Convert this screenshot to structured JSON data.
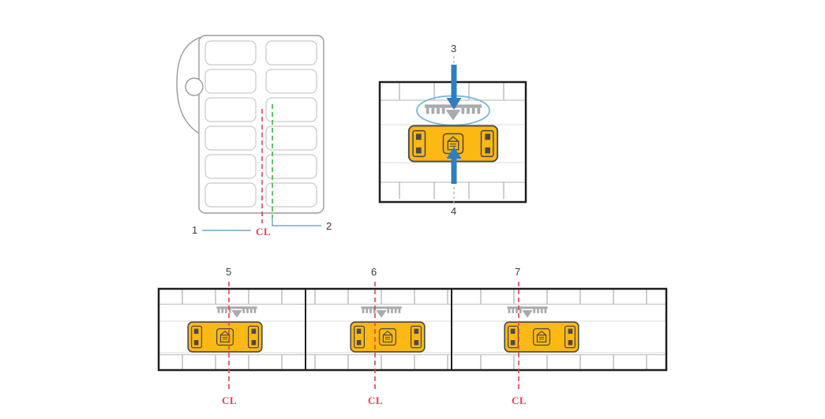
{
  "figure": {
    "callouts": {
      "c1": "1",
      "c2": "2",
      "c3": "3",
      "c4": "4",
      "c5": "5",
      "c6": "6",
      "c7": "7"
    },
    "centerline": "CL",
    "colors": {
      "centerline_red": "#e8414d",
      "liner_guide_green": "#3fae49",
      "arrow_blue": "#2e7fc2",
      "highlight_ellipse_blue": "#79b6de",
      "callout_line_blue": "#5b93c4",
      "encoder_orange": "#fdb813",
      "antenna_gray": "#a8aaad"
    }
  }
}
